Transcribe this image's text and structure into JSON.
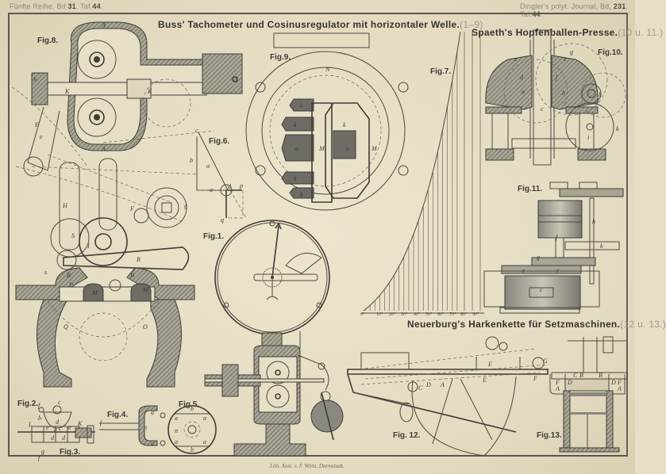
{
  "header": {
    "left_series": "Fünfte Reihe. Bd",
    "left_volume": "31",
    "left_plate_prefix": ". Taf.",
    "left_plate": "44",
    "right_journal": "Dingler's polyt. Journal, Bd.",
    "right_volume": "231",
    "right_plate_prefix": ". Taf.",
    "right_plate": "44"
  },
  "sections": [
    {
      "title": "Buss' Tachometer und Cosinusregulator mit horizontaler Welle.",
      "range": "(1–9)"
    },
    {
      "title": "Spaeth's Hopfenballen-Presse.",
      "range": "(10 u. 11.)"
    },
    {
      "title": "Neuerburg's Harkenkette für Setzmaschinen.",
      "range": "(12 u. 13.)"
    }
  ],
  "figures": {
    "fig1": "Fig.1.",
    "fig2": "Fig.2.",
    "fig3": "Fig.3.",
    "fig4": "Fig.4.",
    "fig5": "Fig.5.",
    "fig6": "Fig.6.",
    "fig7": "Fig.7.",
    "fig8": "Fig.8.",
    "fig9": "Fig.9.",
    "fig10": "Fig.10.",
    "fig11": "Fig.11.",
    "fig12": "Fig. 12.",
    "fig13": "Fig.13."
  },
  "fig7_axis_ticks": [
    "0°",
    "10°",
    "20°",
    "30°",
    "40°",
    "50°",
    "60°",
    "70°",
    "80°",
    "90°"
  ],
  "part_letters": {
    "fig8": [
      "A",
      "A",
      "K",
      "K",
      "h",
      "F",
      "e"
    ],
    "fig8_lower": [
      "H",
      "F",
      "g",
      "S",
      "I",
      "R",
      "B",
      "B",
      "M",
      "M",
      "P",
      "s",
      "Q",
      "O"
    ],
    "fig6": [
      "c",
      "b",
      "α",
      "a",
      "d",
      "p",
      "q"
    ],
    "fig9": [
      "N",
      "k",
      "k",
      "k",
      "k",
      "k",
      "o",
      "o",
      "M",
      "M"
    ],
    "fig10": [
      "e",
      "e",
      "g",
      "d",
      "f",
      "a",
      "b",
      "c",
      "h",
      "k",
      "i"
    ],
    "fig11": [
      "h",
      "f",
      "k",
      "g",
      "r",
      "r",
      "c"
    ],
    "fig12": [
      "C",
      "D",
      "A",
      "E",
      "E",
      "F",
      "G"
    ],
    "fig13": [
      "G",
      "G",
      "F",
      "A",
      "F",
      "D",
      "C",
      "B",
      "B",
      "C",
      "D",
      "F",
      "A",
      "F",
      "G"
    ],
    "fig2": [
      "f",
      "c",
      "d",
      "e"
    ],
    "fig3": [
      "L",
      "b",
      "e",
      "c",
      "d",
      "d",
      "e",
      "K",
      "g",
      "f"
    ],
    "fig4": [
      "f",
      "a",
      "n",
      "a"
    ],
    "fig5": [
      "b",
      "a",
      "a",
      "n",
      "a",
      "b",
      "a"
    ]
  },
  "footer": "Lith. Anst. v. F. Wirtz, Darmstadt."
}
